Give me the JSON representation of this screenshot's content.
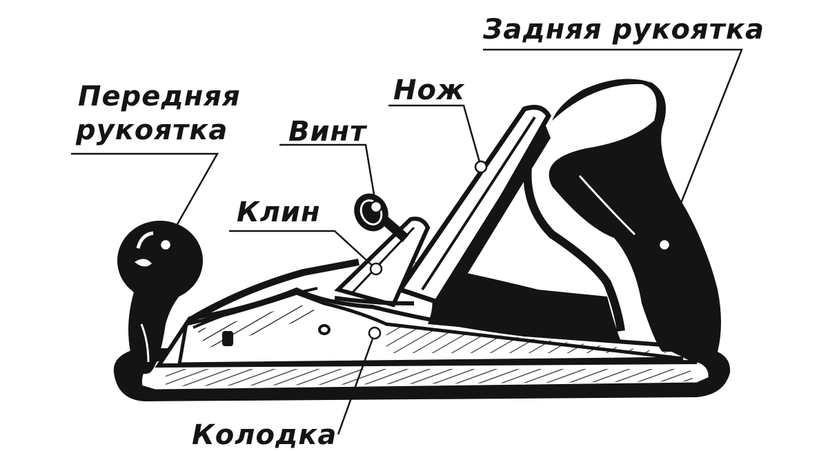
{
  "labels": {
    "rear_handle": "Задняя рукоятка",
    "front_handle_line1": "Передняя",
    "front_handle_line2": "рукоятка",
    "blade": "Нож",
    "screw": "Винт",
    "wedge": "Клин",
    "body": "Колодка"
  },
  "colors": {
    "ink": "#141414",
    "paper": "#ffffff"
  }
}
